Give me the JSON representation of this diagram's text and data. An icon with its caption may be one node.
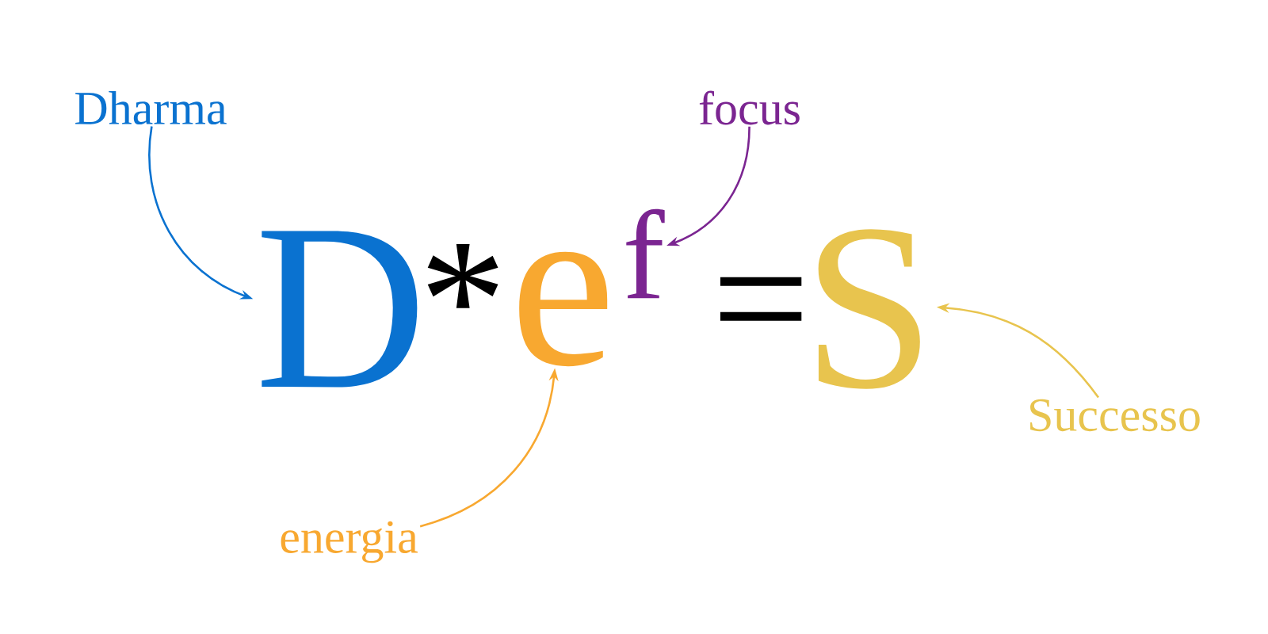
{
  "diagram": {
    "nodes": [
      {
        "text": [
          "Dharma"
        ]
      },
      {
        "text": [
          "D"
        ]
      },
      {
        "text": [
          "focus"
        ]
      },
      {
        "text": [
          "f"
        ]
      },
      {
        "text": [
          "e"
        ]
      },
      {
        "text": [
          "energia"
        ]
      },
      {
        "text": [
          "S"
        ]
      },
      {
        "text": [
          "Successo"
        ]
      }
    ],
    "edges": [
      {
        "from": 0,
        "to": 1,
        "arrow": "to",
        "color": "#0a72d0"
      },
      {
        "from": 2,
        "to": 3,
        "arrow": "to",
        "color": "#7b2591"
      },
      {
        "from": 5,
        "to": 4,
        "arrow": "to",
        "color": "#f8a830"
      },
      {
        "from": 7,
        "to": 6,
        "arrow": "to",
        "color": "#e8c44e"
      }
    ],
    "labels": [
      "*",
      "="
    ]
  }
}
